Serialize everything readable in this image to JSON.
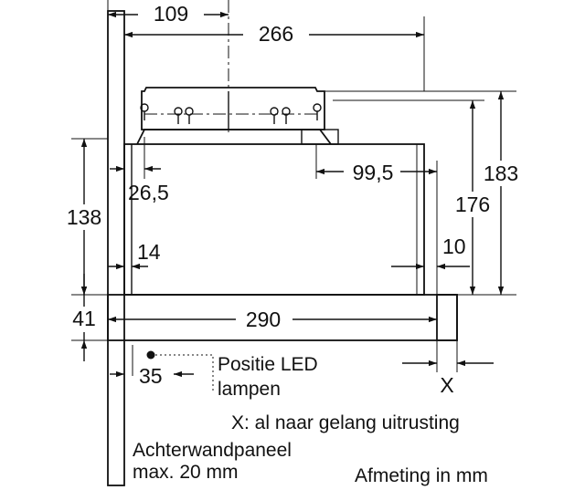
{
  "dimensions": {
    "d109": "109",
    "d266": "266",
    "d183": "183",
    "d176": "176",
    "d99_5": "99,5",
    "d26_5": "26,5",
    "d138": "138",
    "d14": "14",
    "d10": "10",
    "d41": "41",
    "d290": "290",
    "d35": "35",
    "dX": "X"
  },
  "notes": {
    "led_line1": "Positie LED",
    "led_line2": "lampen",
    "x_note": "X: al naar gelang uitrusting",
    "wall_line1": "Achterwandpaneel",
    "wall_line2": "max. 20 mm",
    "units": "Afmeting in mm"
  }
}
